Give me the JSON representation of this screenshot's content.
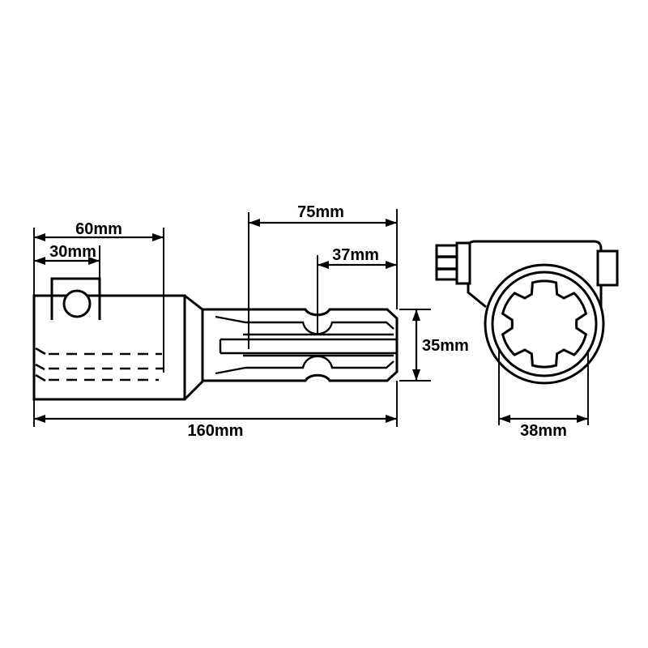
{
  "side_view": {
    "dim_hub_bore_depth": "60mm",
    "dim_pin_position": "30mm",
    "dim_spline_length": "75mm",
    "dim_groove_position": "37mm",
    "dim_spline_diameter": "35mm",
    "dim_overall_length": "160mm"
  },
  "end_view": {
    "dim_bore_diameter": "38mm"
  },
  "colors": {
    "line": "#000000",
    "background": "#ffffff"
  }
}
